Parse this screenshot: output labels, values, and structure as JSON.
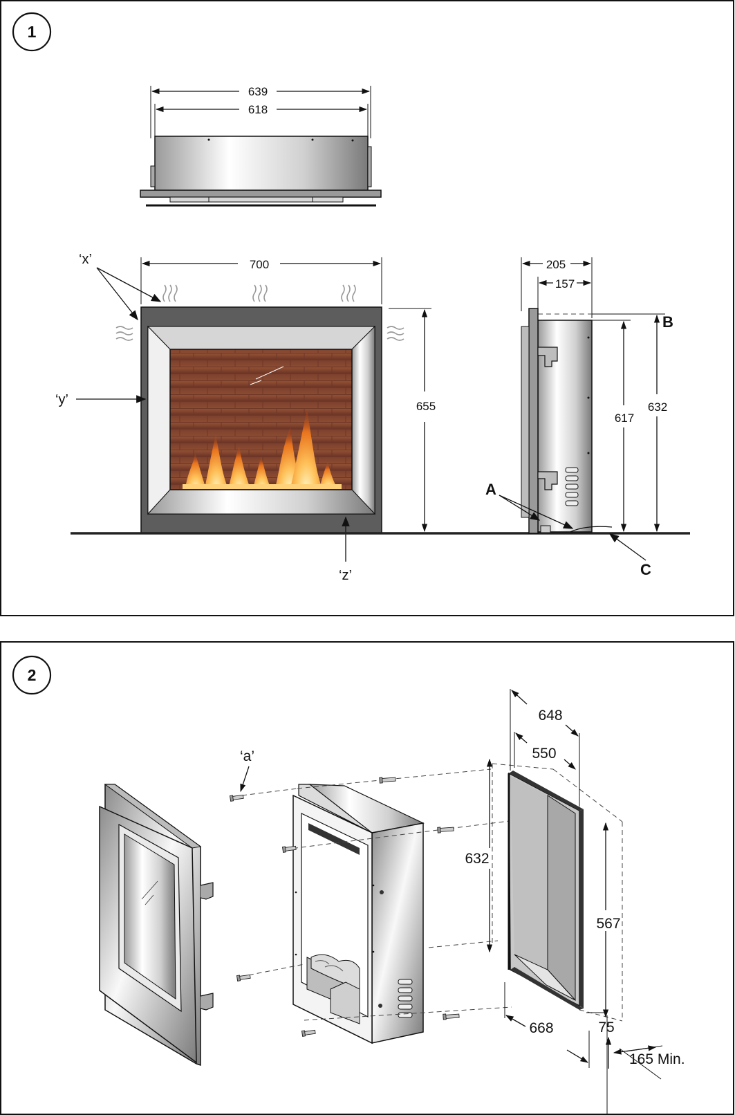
{
  "figure1": {
    "number": "1",
    "top_view": {
      "outer_width": "639",
      "inner_width": "618"
    },
    "front_view": {
      "width": "700",
      "height": "655",
      "label_x": "‘x’",
      "label_y": "‘y’",
      "label_z": "‘z’"
    },
    "side_view": {
      "depth_outer": "205",
      "depth_inner": "157",
      "height_inner": "617",
      "height_outer": "632",
      "label_a": "A",
      "label_b": "B",
      "label_c": "C"
    }
  },
  "figure2": {
    "number": "2",
    "label_a": "‘a’",
    "opening_outer_width": "648",
    "opening_inner_width": "550",
    "opening_height": "632",
    "recess_height": "567",
    "bottom_width": "668",
    "bottom_depth": "75",
    "min_clearance": "165 Min."
  },
  "colors": {
    "frame_dark": "#5d5d5d",
    "floor": "#222222",
    "flame": "#f59a2a",
    "brick": "#8a4a34"
  }
}
